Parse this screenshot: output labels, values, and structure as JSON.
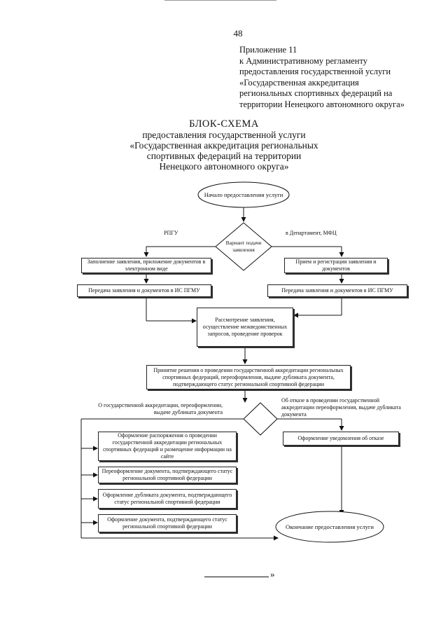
{
  "page_number": "48",
  "appendix": [
    "Приложение 11",
    "к Административному регламенту",
    "предоставления государственной услуги",
    "«Государственная аккредитация",
    "региональных спортивных федераций на",
    "территории Ненецкого автономного округа»"
  ],
  "title": {
    "heading": "БЛОК-СХЕМА",
    "lines": [
      "предоставления государственной услуги",
      "«Государственная аккредитация региональных",
      "спортивных федераций на территории",
      "Ненецкого автономного округа»"
    ]
  },
  "flowchart": {
    "start": "Начало предоставления услуги",
    "decision1": "Вариант подачи заявления",
    "branch_left_label": "РПГУ",
    "branch_right_label": "в Департамент, МФЦ",
    "left_box1": "Заполнение заявления, приложение документов в электронном виде",
    "left_box2": "Передача заявления и документов в ИС ПГМУ",
    "right_box1": "Прием и регистрация заявления и документов",
    "right_box2": "Передача заявления и документов в ИС ПГМУ",
    "review": "Рассмотрение заявления, осуществление межведомственных запросов, проведение проверок",
    "decision_making": "Принятие решения о проведении государственной аккредитации региональных спортивных федераций, переоформлении, выдаче дубликата документа, подтверждающего статус региональной спортивной федерации",
    "decision2_left_label": "О государственной аккредитации, переоформлении, выдаче дубликата документа",
    "decision2_right_label": "Об отказе в проведении государственной аккредитации переоформления, выдаче дубликата документа",
    "positive": [
      "Оформление распоряжения о проведении государственной аккредитации региональных спортивных федераций и размещение информации на сайте",
      "Переоформление документа, подтверждающего статус региональной спортивной федерации",
      "Оформление дубликата документа, подтверждающего статус региональной спортивной федерации",
      "Оформление документа, подтверждающего статус региональной спортивной федерации"
    ],
    "refusal": "Оформление уведомления об отказе",
    "end": "Окончание предоставления услуги"
  },
  "footer_quote": "»"
}
